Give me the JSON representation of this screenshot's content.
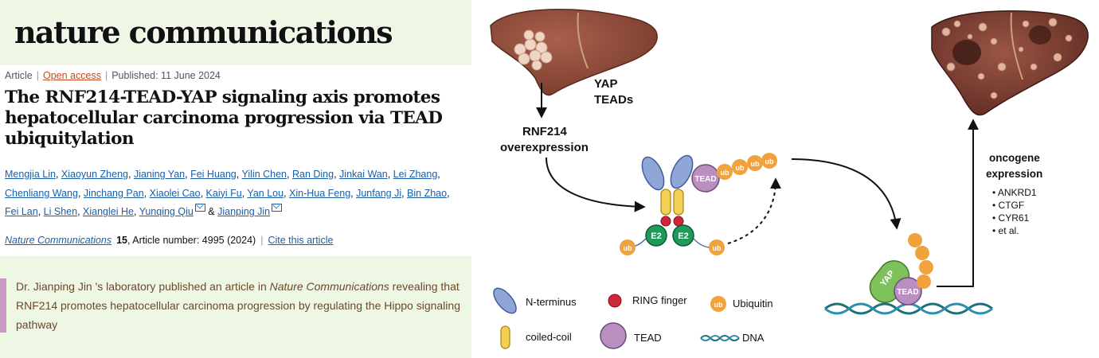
{
  "header": {
    "journal_name": "nature communications"
  },
  "meta": {
    "type": "Article",
    "access": "Open access",
    "published": "Published: 11 June 2024"
  },
  "article": {
    "title": "The RNF214-TEAD-YAP signaling axis promotes hepatocellular carcinoma progression via TEAD ubiquitylation"
  },
  "authors": [
    "Mengjia Lin",
    "Xiaoyun Zheng",
    "Jianing Yan",
    "Fei Huang",
    "Yilin Chen",
    "Ran Ding",
    "Jinkai Wan",
    "Lei Zhang",
    "Chenliang Wang",
    "Jinchang Pan",
    "Xiaolei Cao",
    "Kaiyi Fu",
    "Yan Lou",
    "Xin-Hua Feng",
    "Junfang Ji",
    "Bin Zhao",
    "Fei Lan",
    "Li Shen",
    "Xianglei He",
    "Yunqing Qiu",
    "Jianping Jin"
  ],
  "authors_joiner": "&",
  "citation": {
    "journal": "Nature Communications",
    "volume": "15",
    "article_number": ", Article number: 4995 (2024)",
    "cite_link": "Cite this article"
  },
  "summary": {
    "part1": "Dr. Jianping Jin 's laboratory published an article in ",
    "journal": "Nature Communications",
    "part2": " revealing that RNF214 promotes hepatocellular carcinoma progression by regulating the Hippo signaling pathway"
  },
  "figure": {
    "yap": "YAP",
    "teads": "TEADs",
    "rnf214_line1": "RNF214",
    "rnf214_line2": "overexpression",
    "tead": "TEAD",
    "ub": "ub",
    "e2": "E2",
    "oncogene_line1": "oncogene",
    "oncogene_line2": "expression",
    "genes": [
      "• ANKRD1",
      "• CTGF",
      "• CYR61",
      "• et al."
    ],
    "legend": {
      "n_terminus": "N-terminus",
      "ring_finger": "RING finger",
      "ubiquitin": "Ubiquitin",
      "coiled_coil": "coiled-coil",
      "tead": "TEAD",
      "dna": "DNA"
    },
    "colors": {
      "liver": "#8c4a3a",
      "tumor": "#e8c7b2",
      "tead": "#b98fc0",
      "ub": "#f0a23c",
      "e2": "#1f9a5b",
      "ring": "#d0283a",
      "coil": "#f3cf55",
      "nterm": "#8fa6d6",
      "yap": "#7ec05a",
      "dna": "#1e6f7a"
    }
  }
}
